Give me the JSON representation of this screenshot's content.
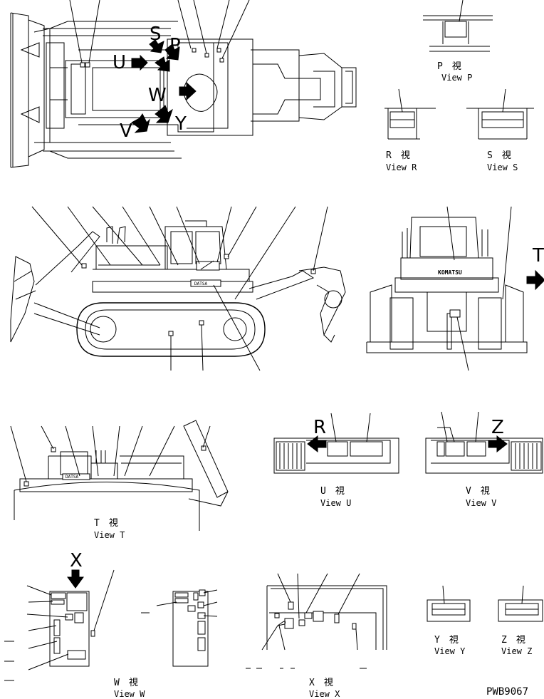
{
  "letters": {
    "S": "S",
    "P": "P",
    "U": "U",
    "W": "W",
    "V": "V",
    "Y": "Y",
    "T": "T",
    "R": "R",
    "Z": "Z",
    "X": "X"
  },
  "brand": {
    "komatsu": "KOMATSU",
    "datsa": "DATSA"
  },
  "views": {
    "p": {
      "kanji": "P　視",
      "english": "View P"
    },
    "r": {
      "kanji": "R　視",
      "english": "View R"
    },
    "s": {
      "kanji": "S　視",
      "english": "View S"
    },
    "t": {
      "kanji": "T　視",
      "english": "View T"
    },
    "u": {
      "kanji": "U　視",
      "english": "View U"
    },
    "v": {
      "kanji": "V　視",
      "english": "View V"
    },
    "w": {
      "kanji": "W　視",
      "english": "View W"
    },
    "x": {
      "kanji": "X　視",
      "english": "View X"
    },
    "y": {
      "kanji": "Y　視",
      "english": "View Y"
    },
    "z": {
      "kanji": "Z　視",
      "english": "View Z"
    }
  },
  "drawing_code": "PWB9067"
}
